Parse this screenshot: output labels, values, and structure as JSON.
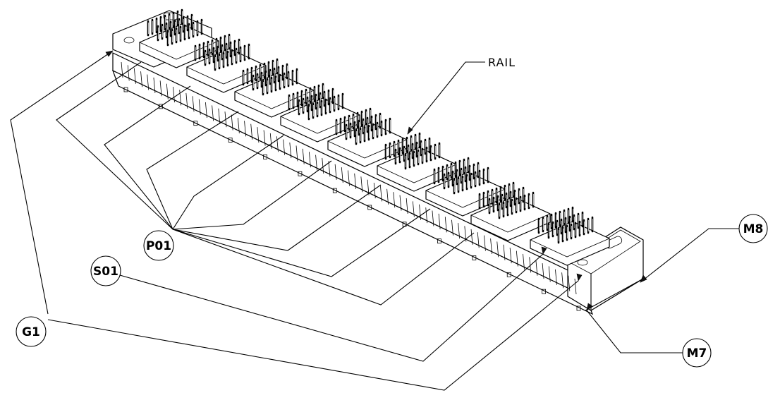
{
  "callouts": {
    "rail": "RAIL",
    "m8": "M8",
    "m7": "M7",
    "p01": "P01",
    "s01": "S01",
    "g1": "G1"
  }
}
